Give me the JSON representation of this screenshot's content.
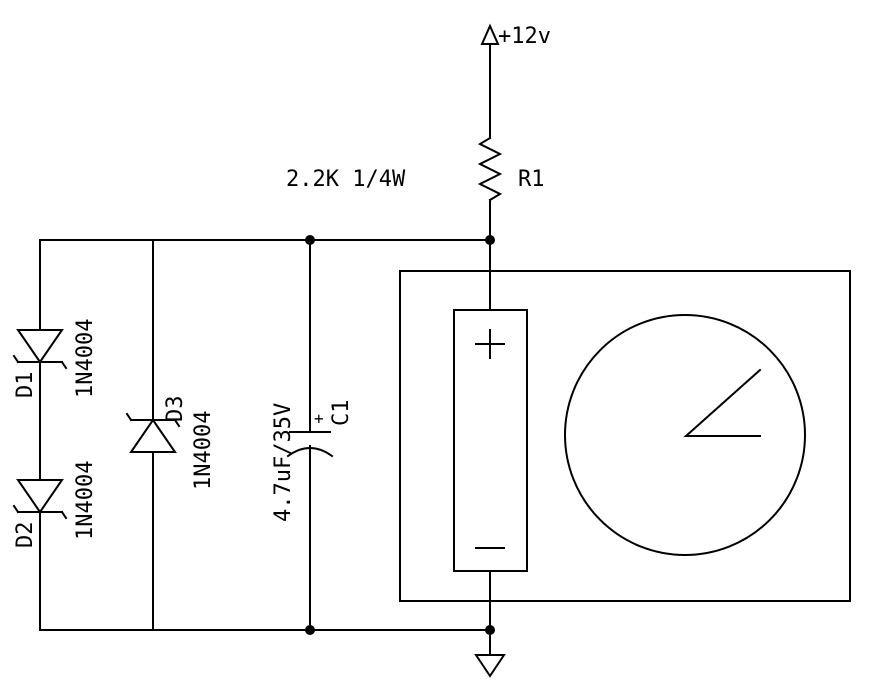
{
  "supply": {
    "label": "+12v"
  },
  "r1": {
    "ref": "R1",
    "value": "2.2K 1/4W"
  },
  "d1": {
    "ref": "D1",
    "part": "1N4004"
  },
  "d2": {
    "ref": "D2",
    "part": "1N4004"
  },
  "d3": {
    "ref": "D3",
    "part": "1N4004"
  },
  "c1": {
    "ref": "C1",
    "value": "4.7uF/35V",
    "polarity": "+"
  },
  "battery": {
    "plus": "+",
    "minus": "−"
  },
  "colors": {
    "line": "#000000",
    "background": "#ffffff"
  }
}
